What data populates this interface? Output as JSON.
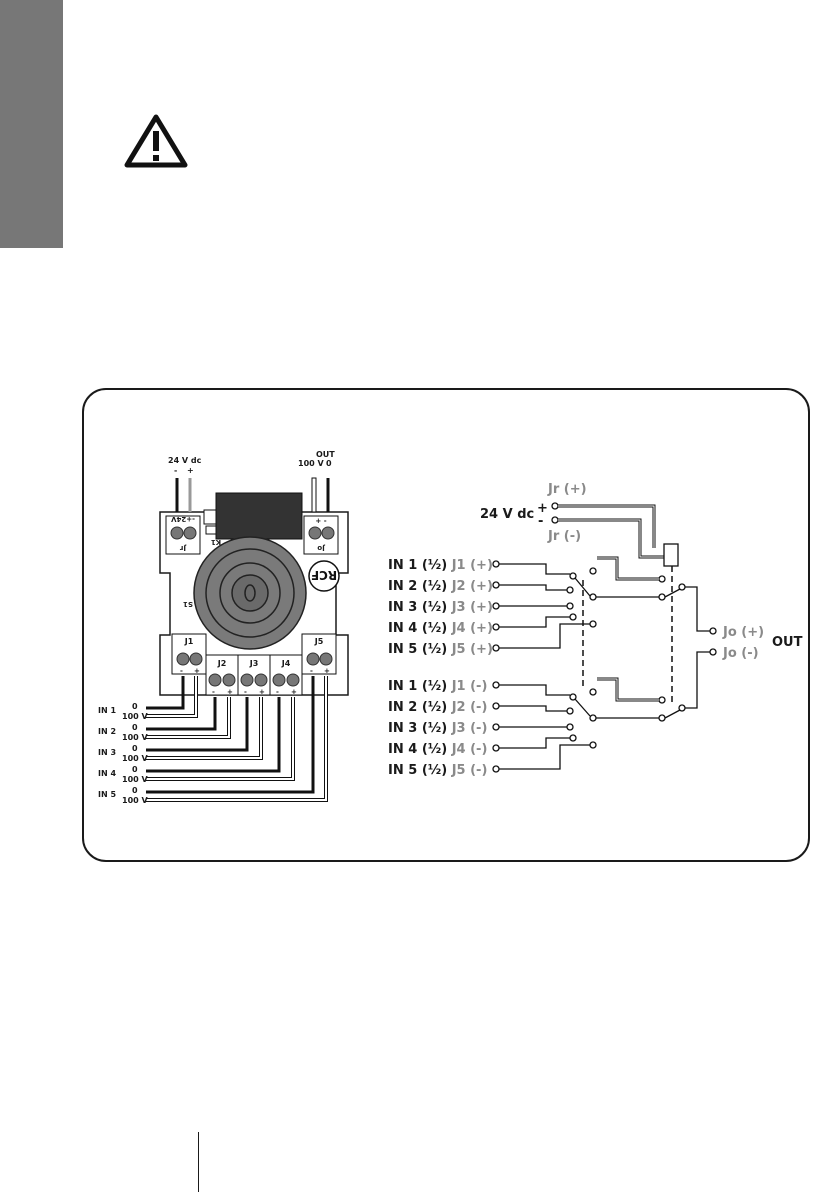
{
  "warning": {
    "icon": "warning-triangle-icon"
  },
  "pcb": {
    "top_left": {
      "voltage": "24 V dc",
      "minus": "-",
      "plus": "+"
    },
    "top_right": {
      "out": "OUT",
      "voltage": "100 V",
      "zero": "0"
    },
    "jr": {
      "label": "Jr",
      "pins": "-+24V"
    },
    "jo": {
      "label": "Jo",
      "pins": "+ -"
    },
    "k1": "K1",
    "s1": "S1",
    "brand": "RCF",
    "terminals": [
      "J1",
      "J2",
      "J3",
      "J4",
      "J5"
    ],
    "terminal_pins": {
      "minus": "-",
      "plus": "+"
    },
    "inputs": [
      {
        "name": "IN 1",
        "zero": "0",
        "v": "100 V"
      },
      {
        "name": "IN 2",
        "zero": "0",
        "v": "100 V"
      },
      {
        "name": "IN 3",
        "zero": "0",
        "v": "100 V"
      },
      {
        "name": "IN 4",
        "zero": "0",
        "v": "100 V"
      },
      {
        "name": "IN 5",
        "zero": "0",
        "v": "100 V"
      }
    ]
  },
  "schematic": {
    "supply": {
      "label": "24 V dc",
      "plus": "+",
      "minus": "-",
      "jr_plus": "Jr (+)",
      "jr_minus": "Jr (-)"
    },
    "positive_inputs": [
      {
        "in": "IN 1",
        "frac": "(½)",
        "j": "J1 (+)"
      },
      {
        "in": "IN 2",
        "frac": "(½)",
        "j": "J2 (+)"
      },
      {
        "in": "IN 3",
        "frac": "(½)",
        "j": "J3 (+)"
      },
      {
        "in": "IN 4",
        "frac": "(½)",
        "j": "J4 (+)"
      },
      {
        "in": "IN 5",
        "frac": "(½)",
        "j": "J5 (+)"
      }
    ],
    "negative_inputs": [
      {
        "in": "IN 1",
        "frac": "(½)",
        "j": "J1 (-)"
      },
      {
        "in": "IN 2",
        "frac": "(½)",
        "j": "J2 (-)"
      },
      {
        "in": "IN 3",
        "frac": "(½)",
        "j": "J3 (-)"
      },
      {
        "in": "IN 4",
        "frac": "(½)",
        "j": "J4 (-)"
      },
      {
        "in": "IN 5",
        "frac": "(½)",
        "j": "J5 (-)"
      }
    ],
    "outputs": {
      "jo_plus": "Jo (+)",
      "jo_minus": "Jo (-)",
      "out": "OUT"
    }
  }
}
